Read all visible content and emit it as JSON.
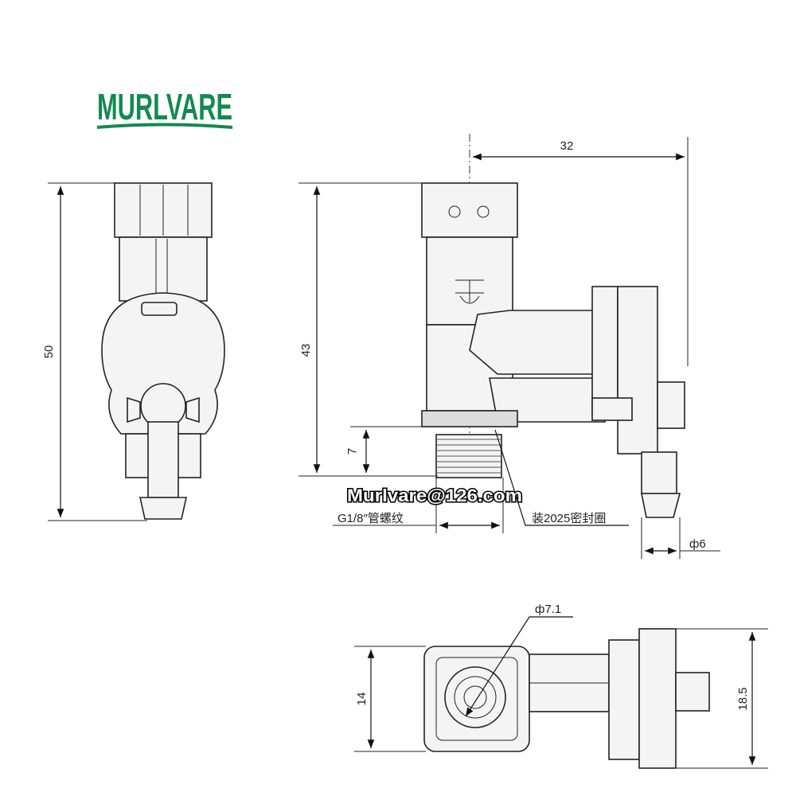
{
  "brand": {
    "name": "MURLVARE"
  },
  "email": "Murlvare@126.com",
  "dimensions": {
    "left_height": "50",
    "middle_height": "43",
    "thread_height": "7",
    "width_top": "32",
    "outlet_diameter": "ф6",
    "bottom_width": "14",
    "bottom_height": "18.5",
    "bore_diameter": "ф7.1"
  },
  "callouts": {
    "thread_spec": "G1/8″管螺纹",
    "seal_ring": "装2025密封圈"
  },
  "colors": {
    "logo": "#138a4e",
    "line": "#222222"
  }
}
